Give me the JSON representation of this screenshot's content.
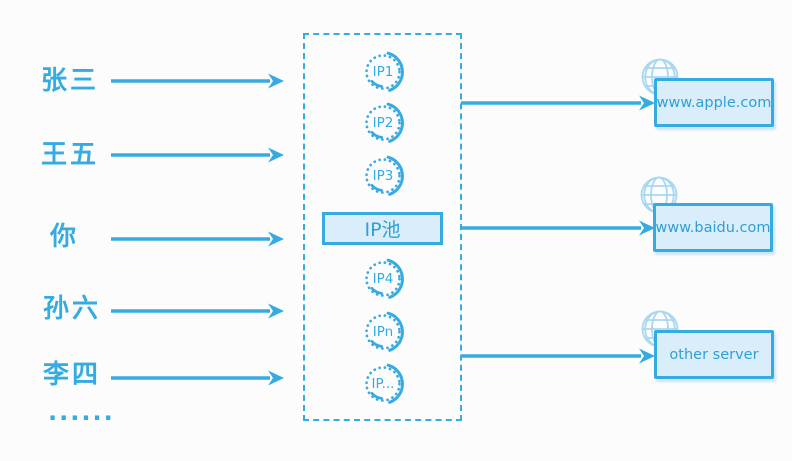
{
  "users": {
    "labels": [
      "张三",
      "王五",
      "你",
      "孙六",
      "李四"
    ],
    "more": "......"
  },
  "pool": {
    "label": "IP池",
    "ips": [
      "IP1",
      "IP2",
      "IP3",
      "IP4",
      "IPn",
      "IP..."
    ]
  },
  "servers": [
    "www.apple.com",
    "www.baidu.com",
    "other server"
  ],
  "colors": {
    "accent": "#35abe2",
    "box_fill": "#d9eefa",
    "globe": "#a9d7f1"
  }
}
